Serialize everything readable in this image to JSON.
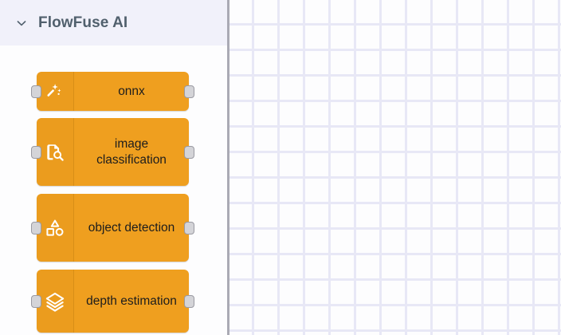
{
  "palette": {
    "header": {
      "title": "FlowFuse AI",
      "chevron_icon": "chevron-down-icon",
      "expanded": true,
      "background_color": "#f1f1fa",
      "title_color": "#51606d"
    },
    "nodes": [
      {
        "id": "onnx",
        "label": "onnx",
        "icon": "magic-wand-sparkle-icon",
        "color": "#ef9f1f",
        "has_input_port": true,
        "has_output_port": true
      },
      {
        "id": "image-classification",
        "label": "image classification",
        "icon": "document-magnifier-icon",
        "color": "#ef9f1f",
        "has_input_port": true,
        "has_output_port": true
      },
      {
        "id": "object-detection",
        "label": "object detection",
        "icon": "shapes-icon",
        "color": "#ef9f1f",
        "has_input_port": true,
        "has_output_port": true
      },
      {
        "id": "depth-estimation",
        "label": "depth estimation",
        "icon": "layers-icon",
        "color": "#ef9f1f",
        "has_input_port": true,
        "has_output_port": true
      }
    ]
  },
  "canvas": {
    "grid_visible": true,
    "grid_size": 32,
    "grid_color": "#e8e8f6",
    "background_color": "#fdfdfe"
  }
}
